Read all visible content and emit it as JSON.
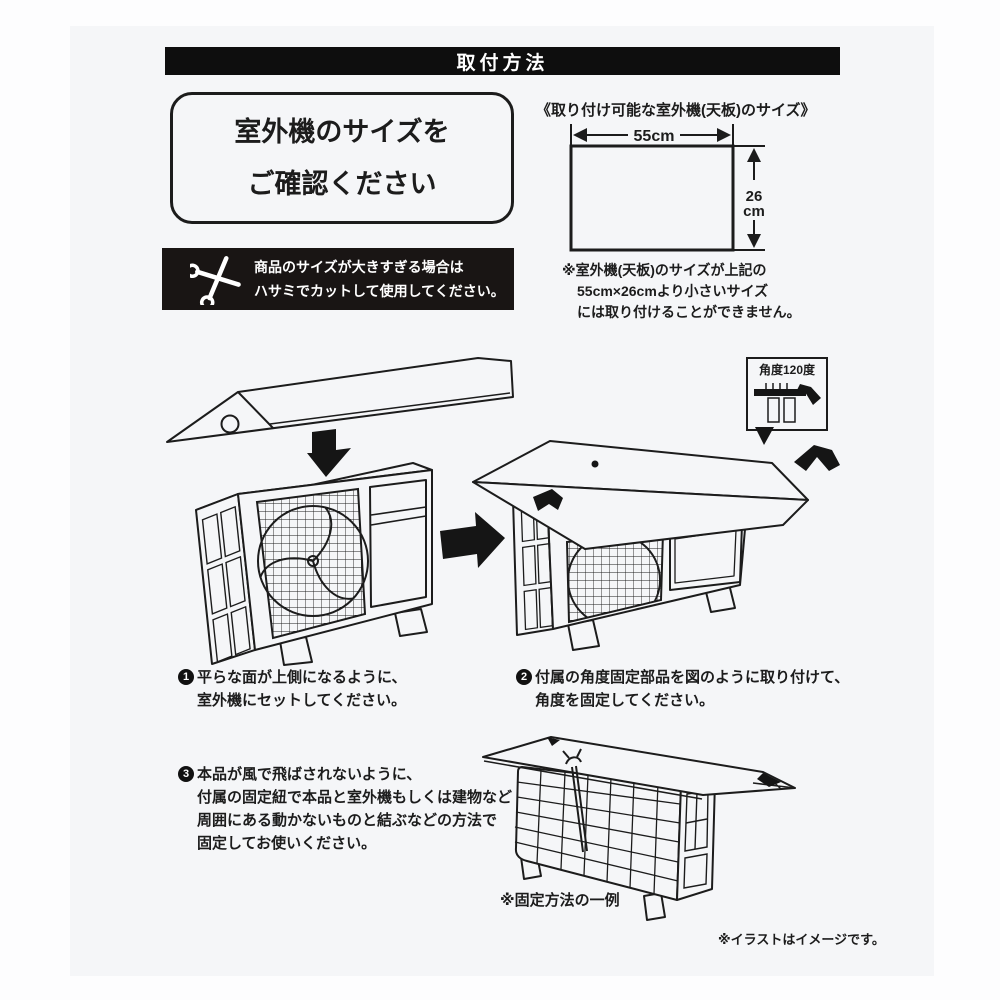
{
  "banner": {
    "title": "取付方法"
  },
  "confirm_box": {
    "line1": "室外機のサイズを",
    "line2": "ご確認ください"
  },
  "size_diagram": {
    "title": "《取り付け可能な室外機(天板)のサイズ》",
    "width_label": "55cm",
    "height_value": "26",
    "height_unit": "cm",
    "notes": [
      "※室外機(天板)のサイズが上記の",
      "55cm×26cmより小さいサイズ",
      "には取り付けることができません。"
    ]
  },
  "cut_notice": {
    "line1": "商品のサイズが大きすぎる場合は",
    "line2": "ハサミでカットして使用してください。"
  },
  "angle_inset": {
    "label": "角度120度"
  },
  "steps": [
    {
      "num": "1",
      "lines": [
        "平らな面が上側になるように、",
        "室外機にセットしてください。"
      ]
    },
    {
      "num": "2",
      "lines": [
        "付属の角度固定部品を図のように取り付けて、",
        "角度を固定してください。"
      ]
    },
    {
      "num": "3",
      "lines": [
        "本品が風で飛ばされないように、",
        "付属の固定紐で本品と室外機もしくは建物など",
        "周囲にある動かないものと結ぶなどの方法で",
        "固定してお使いください。"
      ]
    }
  ],
  "captions": {
    "fixing_example": "※固定方法の一例",
    "illustration_note": "※イラストはイメージです。"
  },
  "colors": {
    "ink": "#1c1c1c",
    "paper": "#f5f6f8",
    "banner_bg": "#0e0e0e",
    "notice_bg": "#191514"
  }
}
